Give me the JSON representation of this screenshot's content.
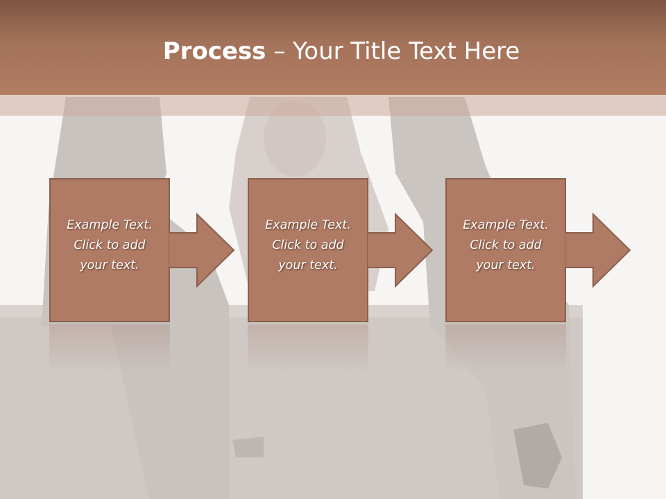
{
  "slide": {
    "title_bold": "Process",
    "title_rest": " – Your Title Text Here"
  },
  "colors": {
    "header": "#a4725a",
    "box_fill": "#b07b64",
    "box_stroke": "#8a5f4c",
    "arrow_fill": "#b07b64"
  },
  "steps": [
    {
      "line1": "Example Text.",
      "line2": "Click  to add",
      "line3": "your text."
    },
    {
      "line1": "Example Text.",
      "line2": "Click  to add",
      "line3": "your text."
    },
    {
      "line1": "Example Text.",
      "line2": "Click  to add",
      "line3": "your text."
    }
  ]
}
